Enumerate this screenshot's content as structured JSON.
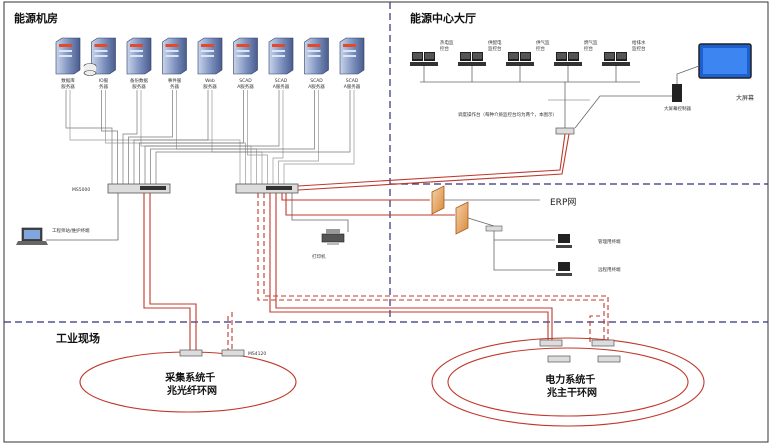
{
  "sections": {
    "machine_room": "能源机房",
    "control_hall": "能源中心大厅",
    "industrial_site": "工业现场",
    "erp_network": "ERP网"
  },
  "servers": [
    {
      "label": "数据库服务器"
    },
    {
      "label": "IO服务器"
    },
    {
      "label": "备份数据服务器"
    },
    {
      "label": "事件服务器"
    },
    {
      "label": "Web服务器"
    },
    {
      "label": "SCADA服务器"
    },
    {
      "label": "SCADA服务器"
    },
    {
      "label": "SCADA服务器"
    },
    {
      "label": "SCADA服务器"
    }
  ],
  "switches": {
    "left": "MS5000",
    "field": "MS4120"
  },
  "engineering_station": "工程师站/维护终端",
  "printer": "打印机",
  "consoles": [
    {
      "label": "热电监控台"
    },
    {
      "label": "供配电监控台"
    },
    {
      "label": "供气监控台"
    },
    {
      "label": "燃气监控台"
    },
    {
      "label": "给排水监控台"
    }
  ],
  "dispatch_console": "调度操作台（每种介质监控台均为两个，本图示）",
  "big_screen_label": "大屏幕",
  "big_screen_controller": "大屏幕控制器",
  "erp_terminals": [
    {
      "label": "管理用终端"
    },
    {
      "label": "远程用终端"
    }
  ],
  "rings": {
    "collection": "采集系统千兆光纤环网",
    "power": "电力系统千兆主干环网"
  }
}
